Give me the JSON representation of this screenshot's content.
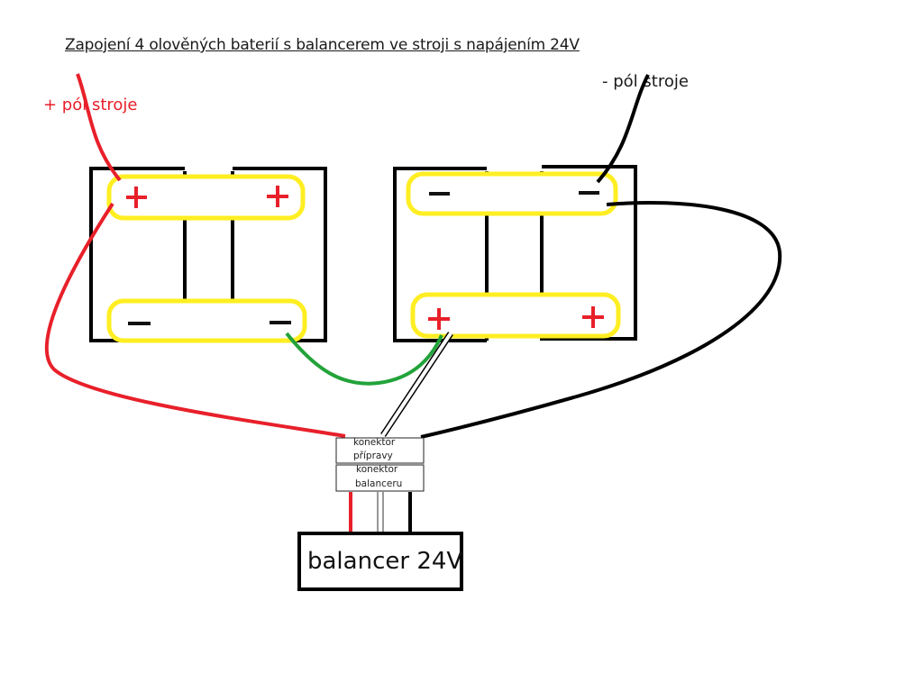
{
  "title": "Zapojení 4 olověných baterií s balancerem ve stroji s napájením 24V",
  "labels": {
    "positive_pole": "+ pól stroje",
    "negative_pole": "- pól stroje"
  },
  "connectors": {
    "device_connector_line1": "konektor",
    "device_connector_line2": "přípravy",
    "balancer_connector_line1": "konektor",
    "balancer_connector_line2": "balanceru"
  },
  "balancer": {
    "label": "balancer 24V"
  },
  "colors": {
    "positive_wire": "#e8202a",
    "negative_wire": "#000000",
    "bridge_wire": "#22a33a",
    "jumper": "#ffee22",
    "battery_outline": "#000000"
  }
}
